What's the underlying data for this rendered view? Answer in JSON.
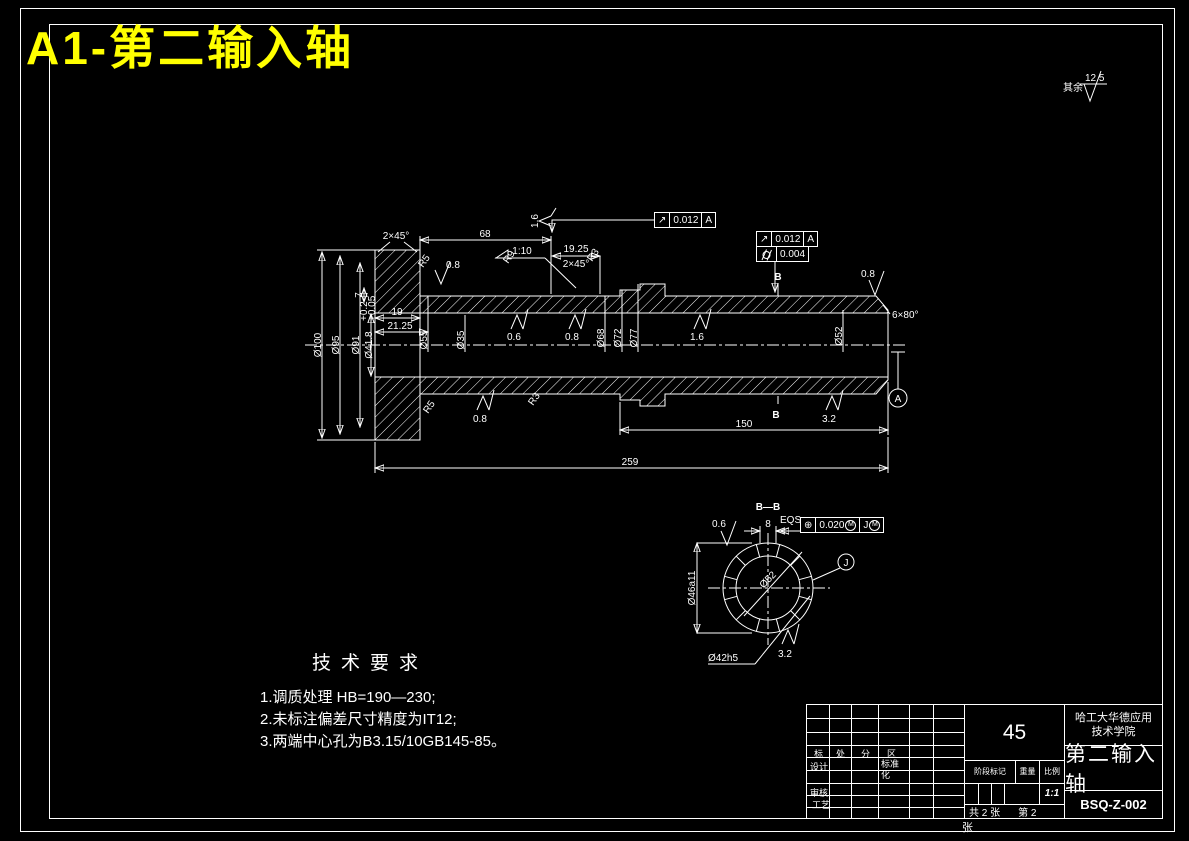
{
  "page": {
    "title": "A1-第二输入轴",
    "bg": "#000000",
    "line_color": "#ffffff",
    "title_color": "#ffff00"
  },
  "surface_note": {
    "label": "其余",
    "value": "12.5"
  },
  "main_view": {
    "labels": {
      "chamfer_left": "2×45°",
      "len68": "68",
      "taper": "1:10",
      "len19_25": "19.25",
      "chamfer_mid": "2×45°",
      "chamfer_end": "6×80°",
      "rough_taper": "1.6",
      "rough_left": "0.8",
      "rough_mid1": "0.6",
      "rough_mid2": "0.8",
      "rough_mid3": "1.6",
      "rough_bot1": "0.8",
      "rough_bot2": "3.2",
      "rough_end": "0.8",
      "r_top1": "R5",
      "r_top2": "R9",
      "r_top3": "R3",
      "r_bot1": "R5",
      "r_bot2": "R3",
      "b_top": "B",
      "b_bot": "B",
      "dia100": "Ø100",
      "dia95": "Ø95",
      "dia91": "Ø91",
      "dia41": "Ø41.8",
      "dia41_up": "+0.2",
      "dia41_dn": "+0.05",
      "len7": "7",
      "len19": "19",
      "len21": "21.25",
      "dia55": "Ø55",
      "dia35": "Ø35",
      "dia68": "Ø68",
      "dia72": "Ø72",
      "dia77": "Ø77",
      "dia52": "Ø52",
      "len150": "150",
      "len259": "259",
      "datum_a": "A"
    },
    "fcf_top": {
      "tol": "0.012",
      "datum": "A"
    },
    "fcf_right": {
      "tol1": "0.012",
      "datum1": "A",
      "tol2": "0.004"
    }
  },
  "section_view": {
    "title": "B—B",
    "rough_top": "0.6",
    "rough_bottom": "3.2",
    "dim8": "8",
    "eqs": "EQS",
    "fcf": {
      "tol": "0.020",
      "mod": "M",
      "datum": "J",
      "datum_mod": "M"
    },
    "dia_outer": "Ø46a11",
    "dia_mid": "Ø52",
    "dia_minor": "Ø42h5",
    "datum": "J"
  },
  "tech": {
    "title": "技术要求",
    "items": [
      "1.调质处理 HB=190—230;",
      "2.未标注偏差尺寸精度为IT12;",
      "3.两端中心孔为B3.15/10GB145-85。"
    ]
  },
  "title_block": {
    "header_cells": [
      "标",
      "处",
      "分",
      "区"
    ],
    "design_label": "设计",
    "standard_label": "标准化",
    "audit_label": "审核",
    "process_label": "工艺",
    "material": "45",
    "stage_label": "阶段标记",
    "weight_label": "重量",
    "scale_label": "比例",
    "scale_value": "1:1",
    "sheet_total": "共 2 张",
    "sheet_index": "第 2",
    "sheet_wrap": "张",
    "company_line1": "哈工大华德应用",
    "company_line2": "技术学院",
    "part_name": "第二输入轴",
    "drawing_no": "BSQ-Z-002"
  }
}
